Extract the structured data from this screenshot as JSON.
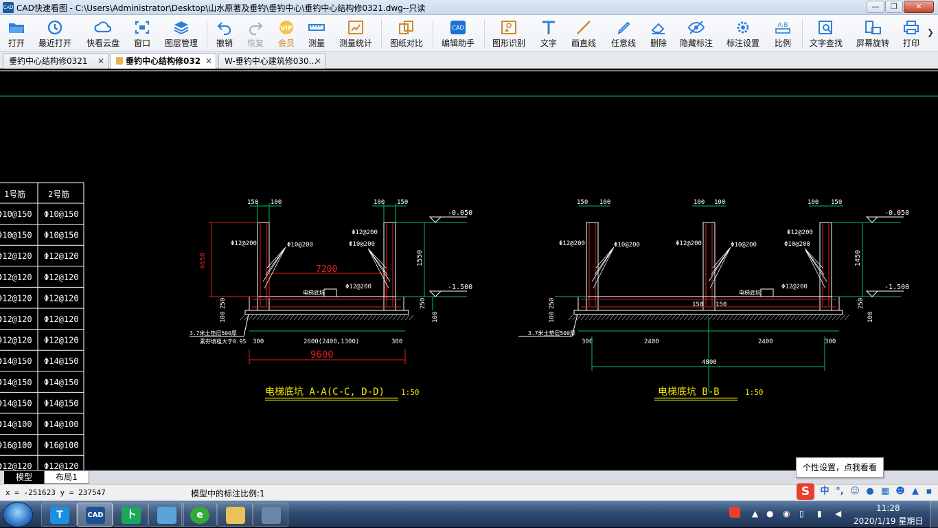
{
  "window": {
    "app_icon_text": "CAD",
    "title": "CAD快速看图 - C:\\Users\\Administrator\\Desktop\\山水原著及垂钓\\垂钓中心\\垂钓中心结构修0321.dwg--只读",
    "min": "—",
    "max": "❐",
    "close": "✕"
  },
  "toolbar": {
    "items": [
      {
        "label": "打开",
        "icon": "folder-open-icon"
      },
      {
        "label": "最近打开",
        "icon": "history-icon"
      },
      {
        "label": "快看云盘",
        "icon": "cloud-icon"
      },
      {
        "label": "窗口",
        "icon": "window-fit-icon"
      },
      {
        "label": "图层管理",
        "icon": "layers-icon"
      },
      {
        "label": "撤销",
        "icon": "undo-icon"
      },
      {
        "label": "恢复",
        "icon": "redo-icon"
      },
      {
        "label": "会员",
        "icon": "vip-icon"
      },
      {
        "label": "测量",
        "icon": "ruler-icon"
      },
      {
        "label": "测量统计",
        "icon": "measure-stats-icon"
      },
      {
        "label": "图纸对比",
        "icon": "compare-icon"
      },
      {
        "label": "编辑助手",
        "icon": "edit-assistant-icon"
      },
      {
        "label": "图形识别",
        "icon": "shape-recognize-icon"
      },
      {
        "label": "文字",
        "icon": "text-icon"
      },
      {
        "label": "画直线",
        "icon": "line-icon"
      },
      {
        "label": "任意线",
        "icon": "freehand-icon"
      },
      {
        "label": "删除",
        "icon": "eraser-icon"
      },
      {
        "label": "隐藏标注",
        "icon": "hide-annotation-icon"
      },
      {
        "label": "标注设置",
        "icon": "annotation-settings-icon"
      },
      {
        "label": "比例",
        "icon": "scale-icon"
      },
      {
        "label": "文字查找",
        "icon": "text-search-icon"
      },
      {
        "label": "屏幕旋转",
        "icon": "rotate-screen-icon"
      },
      {
        "label": "打印",
        "icon": "print-icon"
      }
    ],
    "more": "❯"
  },
  "tabs": [
    {
      "label": "垂钓中心结构修0321",
      "close": "✕"
    },
    {
      "label": "垂钓中心结构修032",
      "close": "✕",
      "active": true
    },
    {
      "label": "W-垂钓中心建筑修030…",
      "close": "✕"
    }
  ],
  "drawing": {
    "table_headers": [
      "1号筋",
      "2号筋"
    ],
    "table_rows": [
      [
        "Φ10@150",
        "Φ10@150"
      ],
      [
        "Φ10@150",
        "Φ10@150"
      ],
      [
        "Φ12@120",
        "Φ12@120"
      ],
      [
        "Φ12@120",
        "Φ12@120"
      ],
      [
        "Φ12@120",
        "Φ12@120"
      ],
      [
        "Φ12@120",
        "Φ12@120"
      ],
      [
        "Φ12@120",
        "Φ12@120"
      ],
      [
        "Φ14@150",
        "Φ14@150"
      ],
      [
        "Φ14@150",
        "Φ14@150"
      ],
      [
        "Φ14@150",
        "Φ14@150"
      ],
      [
        "Φ14@100",
        "Φ14@100"
      ],
      [
        "Φ16@100",
        "Φ16@100"
      ],
      [
        "Φ12@120",
        "Φ12@120"
      ]
    ],
    "section_a": {
      "title": "电梯底坑 A-A(C-C, D-D)",
      "scale": "1:50",
      "dim_top_left": [
        "150",
        "100"
      ],
      "dim_top_right": [
        "100",
        "150"
      ],
      "elev_top": "-0.050",
      "elev_bottom": "-1.500",
      "dim_height_left": "4650",
      "dim_height_right": "1550",
      "dim_250": "250",
      "dim_100": "100",
      "rebar_1": "Φ12@200",
      "rebar_2": "Φ10@200",
      "rebar_3": "Φ12@200",
      "rebar_4": "Φ10@200",
      "rebar_5": "Φ12@200",
      "pit_label": "电梯底坑",
      "span_red": "7200",
      "base_note": "3.7米土垫层500厚",
      "base_note2": "素夯填粗大于0.95",
      "dim_bottom": [
        "300",
        "2600(2400,1300)",
        "300"
      ],
      "total_red": "9600"
    },
    "section_b": {
      "title": "电梯底坑 B-B",
      "scale": "1:50",
      "dim_top_left": [
        "150",
        "100"
      ],
      "dim_top_mid": [
        "100",
        "100"
      ],
      "dim_top_right": [
        "100",
        "150"
      ],
      "elev_top": "-0.050",
      "elev_bottom": "-1.500",
      "dim_height": "1450",
      "dim_250": "250",
      "dim_100": "100",
      "rebar_1": "Φ12@200",
      "rebar_2": "Φ10@200",
      "rebar_3": "Φ12@200",
      "rebar_4": "Φ10@200",
      "rebar_5": "Φ12@200",
      "rebar_6": "Φ10@200",
      "rebar_7": "Φ12@200",
      "pit_label": "电梯底坑",
      "mid_150": "150",
      "mid_150b": "150",
      "base_note": "3.7米土垫层500厚",
      "dim_bottom": [
        "300",
        "2400",
        "2400",
        "300"
      ],
      "total": "4800"
    }
  },
  "layout_tabs": {
    "model": "模型",
    "layout1": "布局1"
  },
  "status": {
    "coords": "x = -251623  y = 237547",
    "scale_label": "模型中的标注比例:1"
  },
  "ime": {
    "sogou": "S",
    "lang": "中",
    "punct": "°,",
    "tooltip": "个性设置，点我看看"
  },
  "taskbar": {
    "apps": [
      {
        "name": "tim-app",
        "text": "T",
        "color": "#1a8fe3"
      },
      {
        "name": "cad-app",
        "text": "CAD",
        "color": "#1d4f96",
        "active": true
      },
      {
        "name": "green-app",
        "text": "卜",
        "color": "#1aa85a"
      },
      {
        "name": "notes-app",
        "text": "",
        "color": "#5aa2d8"
      },
      {
        "name": "360-app",
        "text": "e",
        "color": "#35a83a"
      },
      {
        "name": "explorer-app",
        "text": "",
        "color": "#e9c25b"
      },
      {
        "name": "calculator-app",
        "text": "",
        "color": "#6d86a5"
      }
    ],
    "time": "11:28",
    "date": "2020/1/19 星期日"
  }
}
